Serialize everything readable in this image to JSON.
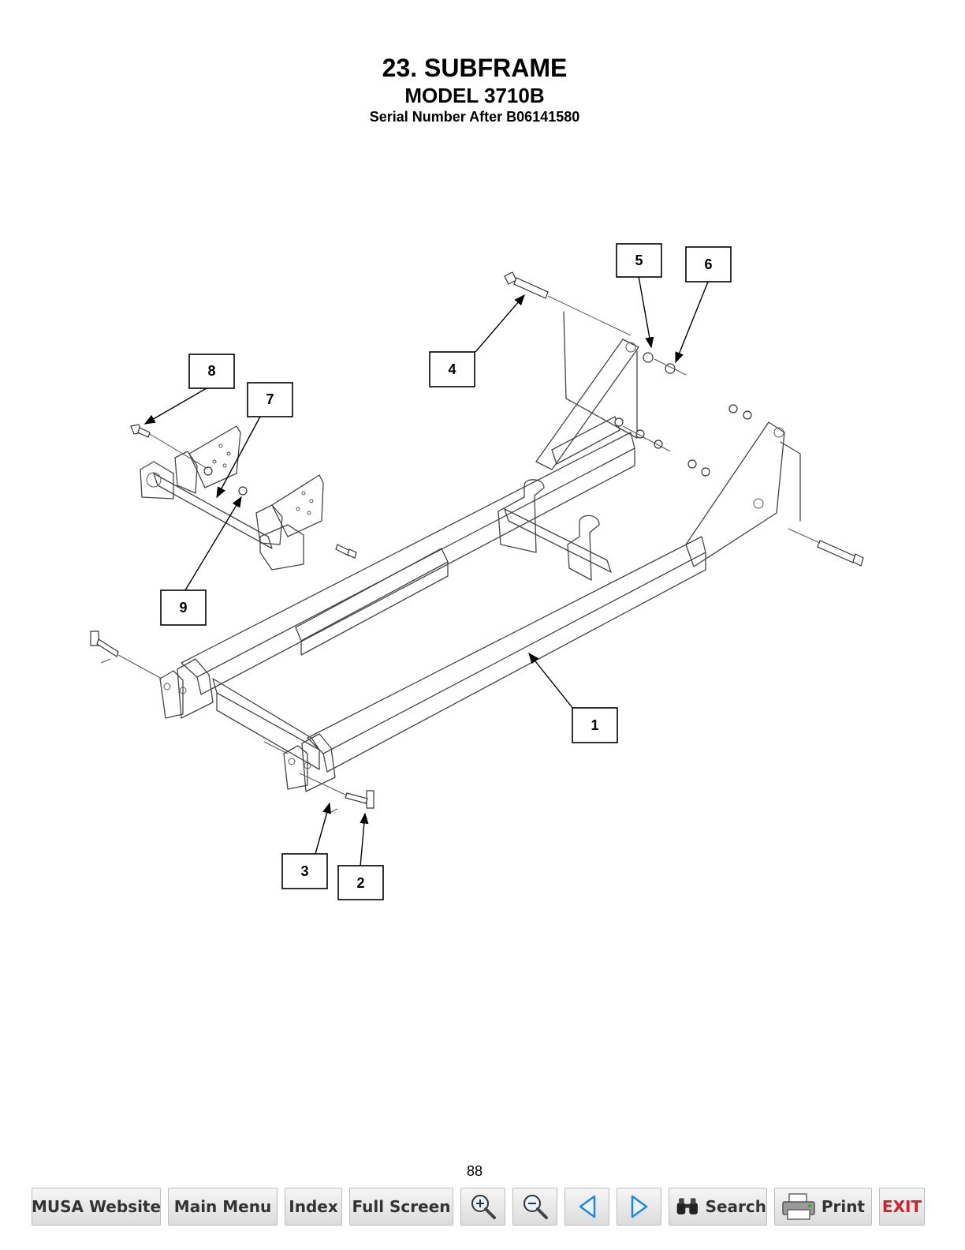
{
  "header": {
    "title": "23. SUBFRAME",
    "model": "MODEL 3710B",
    "serial": "Serial Number After B06141580"
  },
  "diagram": {
    "callouts": [
      "1",
      "2",
      "3",
      "4",
      "5",
      "6",
      "7",
      "8",
      "9"
    ]
  },
  "page_number": "88",
  "toolbar": {
    "musa_website": "MUSA Website",
    "main_menu": "Main Menu",
    "index": "Index",
    "full_screen": "Full Screen",
    "zoom_in_icon": "zoom-in-magnifier",
    "zoom_out_icon": "zoom-out-magnifier",
    "prev_icon": "left-triangle",
    "next_icon": "right-triangle",
    "search": "Search",
    "search_icon": "binoculars",
    "print": "Print",
    "print_icon": "printer",
    "exit": "EXIT",
    "exit_color": "#d2202a",
    "arrow_color": "#1e88e5"
  }
}
